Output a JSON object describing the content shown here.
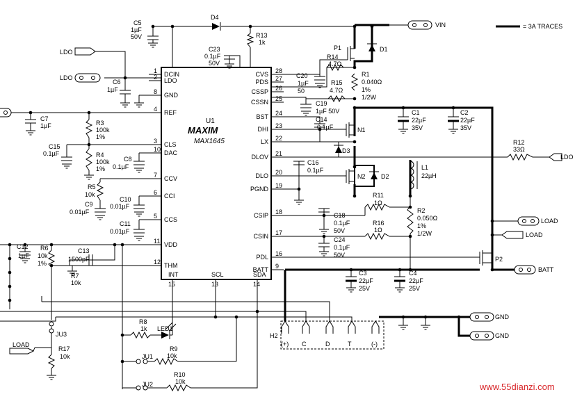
{
  "legend": {
    "label": "= 3A TRACES"
  },
  "ic": {
    "ref": "U1",
    "brand": "MAXIM",
    "part": "MAX1645",
    "left_pins": [
      {
        "num": "1",
        "name": "DCIN"
      },
      {
        "num": "2",
        "name": "LDO"
      },
      {
        "num": "8",
        "name": "GND"
      },
      {
        "num": "4",
        "name": "REF"
      },
      {
        "num": "3",
        "name": "CLS"
      },
      {
        "num": "10",
        "name": "DAC"
      },
      {
        "num": "7",
        "name": "CCV"
      },
      {
        "num": "6",
        "name": "CCI"
      },
      {
        "num": "5",
        "name": "CCS"
      },
      {
        "num": "11",
        "name": "VDD"
      },
      {
        "num": "12",
        "name": "THM"
      }
    ],
    "right_pins": [
      {
        "num": "28",
        "name": "CVS"
      },
      {
        "num": "27",
        "name": "PDS"
      },
      {
        "num": "26",
        "name": "CSSP"
      },
      {
        "num": "25",
        "name": "CSSN"
      },
      {
        "num": "24",
        "name": "BST"
      },
      {
        "num": "23",
        "name": "DHI"
      },
      {
        "num": "22",
        "name": "LX"
      },
      {
        "num": "21",
        "name": "DLOV"
      },
      {
        "num": "20",
        "name": "DLO"
      },
      {
        "num": "19",
        "name": "PGND"
      },
      {
        "num": "18",
        "name": "CSIP"
      },
      {
        "num": "17",
        "name": "CSIN"
      },
      {
        "num": "16",
        "name": "PDL"
      },
      {
        "num": "9",
        "name": "BATT"
      }
    ],
    "bottom_pins": [
      {
        "num": "15",
        "name": "INT"
      },
      {
        "num": "13",
        "name": "SCL"
      },
      {
        "num": "14",
        "name": "SDA"
      }
    ]
  },
  "components": {
    "C5": {
      "ref": "C5",
      "v1": "1µF",
      "v2": "50V"
    },
    "D4": {
      "ref": "D4"
    },
    "R13": {
      "ref": "R13",
      "v1": "1k"
    },
    "C23": {
      "ref": "C23",
      "v1": "0.1µF",
      "v2": "50V"
    },
    "C6": {
      "ref": "C6",
      "v1": "1µF"
    },
    "C7": {
      "ref": "C7",
      "v1": "1µF"
    },
    "R3": {
      "ref": "R3",
      "v1": "100k",
      "v2": "1%"
    },
    "R4": {
      "ref": "R4",
      "v1": "100k",
      "v2": "1%"
    },
    "C15": {
      "ref": "C15",
      "v1": "0.1µF"
    },
    "C8": {
      "ref": "C8",
      "v1": "0.1µF"
    },
    "R5": {
      "ref": "R5",
      "v1": "10k"
    },
    "C9": {
      "ref": "C9",
      "v1": "0.01µF"
    },
    "C10": {
      "ref": "C10",
      "v1": "0.01µF"
    },
    "C11": {
      "ref": "C11",
      "v1": "0.01µF"
    },
    "C12": {
      "ref": "C12",
      "v1": "1µF"
    },
    "R6": {
      "ref": "R6",
      "v1": "10k",
      "v2": "1%"
    },
    "C13": {
      "ref": "C13",
      "v1": "1500pF"
    },
    "R7": {
      "ref": "R7",
      "v1": "10k"
    },
    "JU3": {
      "ref": "JU3"
    },
    "R17": {
      "ref": "R17",
      "v1": "10k"
    },
    "R8": {
      "ref": "R8",
      "v1": "1k"
    },
    "LED1": {
      "ref": "LED1"
    },
    "R9": {
      "ref": "R9",
      "v1": "10k"
    },
    "JU1": {
      "ref": "JU1"
    },
    "R10": {
      "ref": "R10",
      "v1": "10k"
    },
    "JU2": {
      "ref": "JU2"
    },
    "P1": {
      "ref": "P1"
    },
    "D1": {
      "ref": "D1"
    },
    "R14": {
      "ref": "R14",
      "v1": "4.7Ω"
    },
    "R1": {
      "ref": "R1",
      "v1": "0.040Ω",
      "v2": "1%",
      "v3": "1/2W"
    },
    "C20": {
      "ref": "C20",
      "v1": "1µF",
      "v2": "50"
    },
    "R15": {
      "ref": "R15",
      "v1": "4.7Ω"
    },
    "C19": {
      "ref": "C19",
      "v1": "1µF 50V"
    },
    "C14": {
      "ref": "C14",
      "v1": "0.1µF"
    },
    "N1": {
      "ref": "N1"
    },
    "D3": {
      "ref": "D3"
    },
    "C16": {
      "ref": "C16",
      "v1": "0.1µF"
    },
    "N2": {
      "ref": "N2"
    },
    "D2": {
      "ref": "D2"
    },
    "L1": {
      "ref": "L1",
      "v1": "22µH"
    },
    "C1": {
      "ref": "C1",
      "v1": "22µF",
      "v2": "35V"
    },
    "C2": {
      "ref": "C2",
      "v1": "22µF",
      "v2": "35V"
    },
    "R12": {
      "ref": "R12",
      "v1": "33Ω"
    },
    "R11": {
      "ref": "R11",
      "v1": "1Ω"
    },
    "C18": {
      "ref": "C18",
      "v1": "0.1µF",
      "v2": "50V"
    },
    "R16": {
      "ref": "R16",
      "v1": "1Ω"
    },
    "C24": {
      "ref": "C24",
      "v1": "0.1µF",
      "v2": "50V"
    },
    "R2": {
      "ref": "R2",
      "v1": "0.050Ω",
      "v2": "1%",
      "v3": "1/2W"
    },
    "C3": {
      "ref": "C3",
      "v1": "22µF",
      "v2": "25V"
    },
    "C4": {
      "ref": "C4",
      "v1": "22µF",
      "v2": "25V"
    },
    "P2": {
      "ref": "P2"
    },
    "H2": {
      "ref": "H2",
      "pins": [
        "(+)",
        "C",
        "D",
        "T",
        "(-)"
      ]
    }
  },
  "nets": {
    "vin": "VIN",
    "ldo_in1": "LDO",
    "ldo_in2": "LDO",
    "ldo_out": "LDO",
    "load1": "LOAD",
    "load2": "LOAD",
    "batt": "BATT",
    "gnd1": "GND",
    "gnd2": "GND",
    "load_left": "LOAD"
  },
  "watermark": "www.55dianzi.com"
}
